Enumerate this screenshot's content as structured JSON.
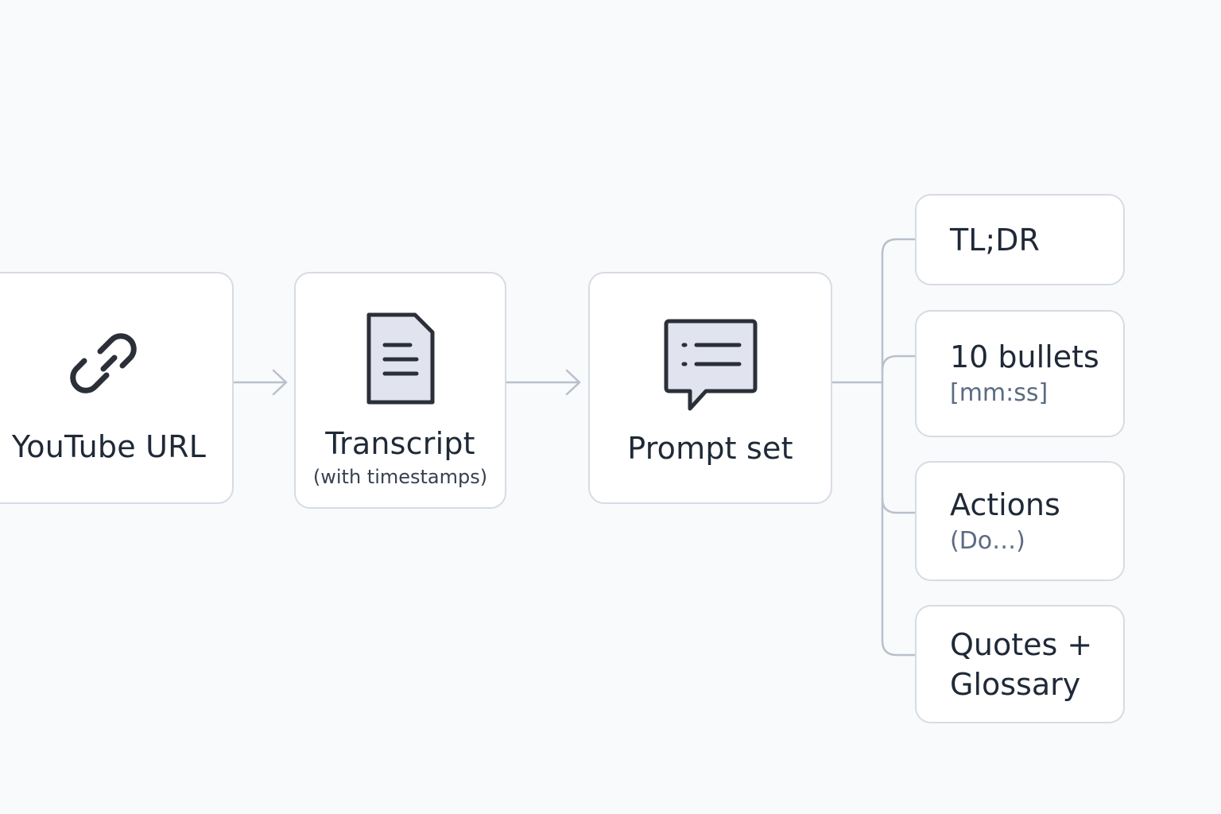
{
  "pipeline": {
    "nodes": [
      {
        "id": "url",
        "icon": "link-icon",
        "label": "YouTube URL",
        "sublabel": ""
      },
      {
        "id": "transcript",
        "icon": "document-icon",
        "label": "Transcript",
        "sublabel": "(with timestamps)"
      },
      {
        "id": "prompt",
        "icon": "chat-list-icon",
        "label": "Prompt set",
        "sublabel": ""
      }
    ],
    "outputs": [
      {
        "label": "TL;DR",
        "sublabel": ""
      },
      {
        "label": "10 bullets",
        "sublabel": "[mm:ss]"
      },
      {
        "label": "Actions",
        "sublabel": "(Do…)"
      },
      {
        "label": "Quotes +",
        "label2": "Glossary",
        "sublabel": ""
      }
    ]
  },
  "colors": {
    "background": "#f9fafb",
    "card_border": "#d7dbe3",
    "connector": "#b8c0cc",
    "icon_stroke": "#2b3038",
    "icon_fill": "#e1e4ee",
    "text": "#1f2937",
    "muted_text": "#5b6b82"
  }
}
